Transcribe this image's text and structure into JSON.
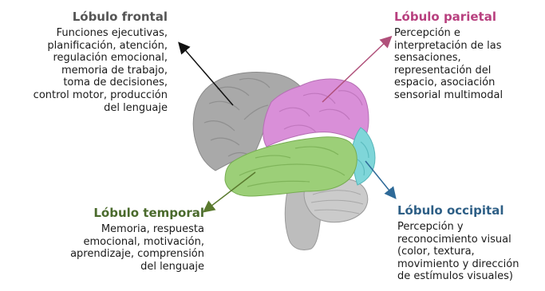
{
  "lobes": {
    "frontal": {
      "title": "Lóbulo frontal",
      "color": "#555555",
      "lines": [
        "Funciones ejecutivas,",
        "planificación, atención,",
        "regulación emocional,",
        "memoria de trabajo,",
        "toma de decisiones,",
        "control motor, producción",
        "del lenguaje"
      ]
    },
    "parietal": {
      "title": "Lóbulo parietal",
      "color": "#b8407f",
      "lines": [
        "Percepción e",
        "interpretación de las",
        "sensaciones,",
        "representación del",
        "espacio, asociación",
        "sensorial multimodal"
      ]
    },
    "temporal": {
      "title": "Lóbulo temporal",
      "color": "#4a6a2c",
      "lines": [
        "Memoria, respuesta",
        "emocional, motivación,",
        "aprendizaje, comprensión",
        "del lenguaje"
      ]
    },
    "occipital": {
      "title": "Lóbulo occipital",
      "color": "#2e5f86",
      "lines": [
        "Percepción y",
        "reconocimiento visual",
        "(color, textura,",
        "movimiento y dirección",
        "de estímulos visuales)"
      ]
    }
  },
  "colors": {
    "frontal_fill": "#a9a9a9",
    "parietal_fill": "#d98fd8",
    "temporal_fill": "#9ccf78",
    "occipital_fill": "#7fd6d9",
    "cerebellum_fill": "#c8c8c8",
    "brainstem_fill": "#bdbdbd"
  }
}
